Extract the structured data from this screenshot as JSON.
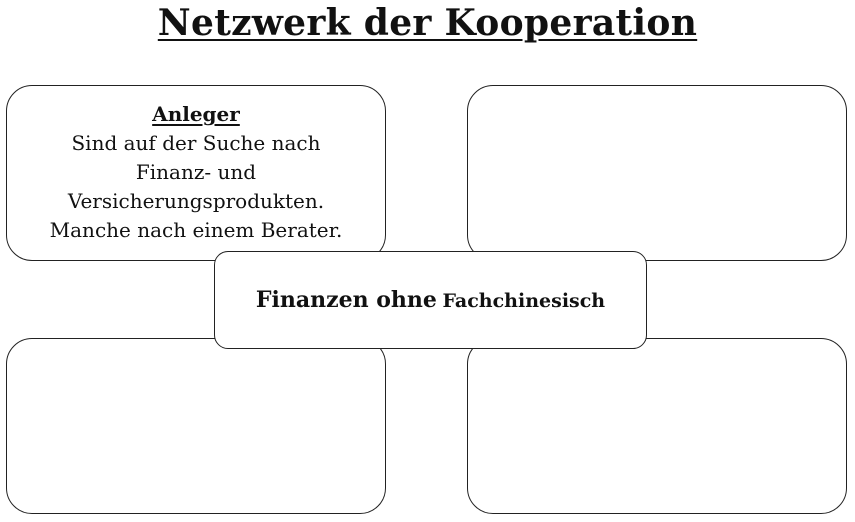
{
  "title": "Netzwerk der Kooperation",
  "center": {
    "part1": "Finanzen ohne",
    "part2": "Fachchinesisch"
  },
  "boxes": {
    "top_left": {
      "heading": "Anleger",
      "lines": [
        "Sind auf der Suche nach",
        "Finanz- und",
        "Versicherungsprodukten.",
        "Manche nach einem Berater."
      ]
    },
    "top_right": {
      "heading": "",
      "lines": []
    },
    "bottom_left": {
      "heading": "",
      "lines": []
    },
    "bottom_right": {
      "heading": "",
      "lines": []
    }
  }
}
